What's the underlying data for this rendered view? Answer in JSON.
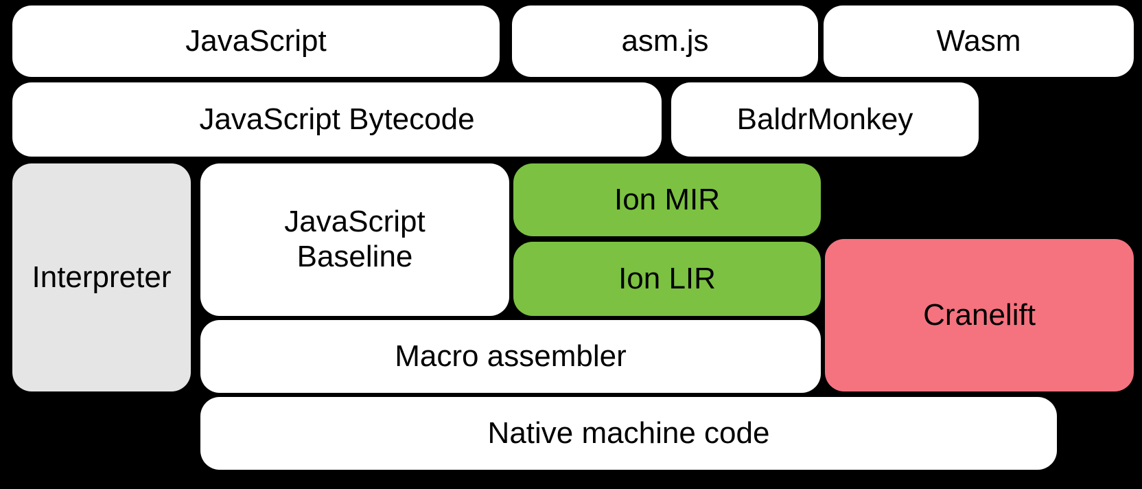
{
  "diagram": {
    "description": "Compiler pipeline block diagram",
    "colors": {
      "background": "#000000",
      "text": "#000000",
      "white": "#ffffff",
      "gray": "#e5e5e5",
      "green": "#7cc142",
      "pink": "#f4737f"
    },
    "nodes": {
      "javascript": {
        "label": "JavaScript",
        "color": "#ffffff"
      },
      "asmjs": {
        "label": "asm.js",
        "color": "#ffffff"
      },
      "wasm": {
        "label": "Wasm",
        "color": "#ffffff"
      },
      "js_bytecode": {
        "label": "JavaScript Bytecode",
        "color": "#ffffff"
      },
      "baldrmonkey": {
        "label": "BaldrMonkey",
        "color": "#ffffff"
      },
      "interpreter": {
        "label": "Interpreter",
        "color": "#e5e5e5"
      },
      "js_baseline": {
        "label": "JavaScript Baseline",
        "color": "#ffffff"
      },
      "ion_mir": {
        "label": "Ion MIR",
        "color": "#7cc142"
      },
      "ion_lir": {
        "label": "Ion LIR",
        "color": "#7cc142"
      },
      "cranelift": {
        "label": "Cranelift",
        "color": "#f4737f"
      },
      "macro_assembler": {
        "label": "Macro assembler",
        "color": "#ffffff"
      },
      "native_machine_code": {
        "label": "Native machine code",
        "color": "#ffffff"
      }
    }
  }
}
